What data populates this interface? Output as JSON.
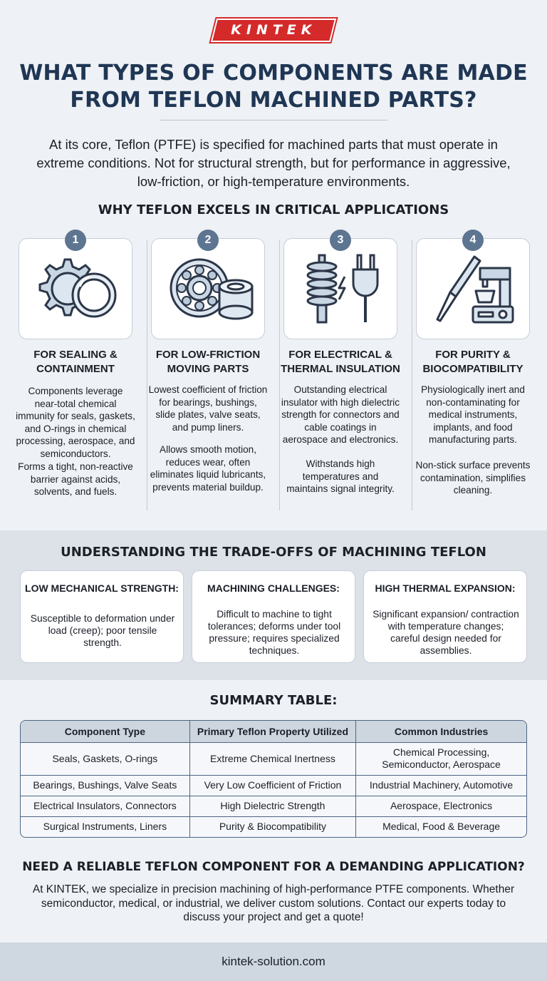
{
  "brand": {
    "logo_text": "KINTEK",
    "red": "#d42a2a",
    "navy": "#1f3654"
  },
  "header": {
    "title_line1": "WHAT TYPES OF COMPONENTS ARE MADE",
    "title_line2": "FROM TEFLON MACHINED PARTS?",
    "intro": "At its core, Teflon (PTFE) is specified for machined parts that must operate in extreme conditions. Not for structural strength, but for performance in aggressive, low-friction, or high-temperature environments."
  },
  "why": {
    "title": "WHY TEFLON EXCELS IN CRITICAL APPLICATIONS",
    "columns": [
      {
        "number": "1",
        "icon": "gear-and-o-ring-icon",
        "heading_l1": "FOR SEALING &",
        "heading_l2": "CONTAINMENT",
        "text1": "Components leverage near-total chemical immunity for seals, gaskets, and O-rings in chemical processing, aerospace, and semiconductors.",
        "text2": "Forms a tight, non-reactive barrier against acids, solvents, and fuels."
      },
      {
        "number": "2",
        "icon": "ball-bearing-and-bushing-icon",
        "heading_l1": "FOR LOW-FRICTION",
        "heading_l2": "MOVING PARTS",
        "text1": "Lowest coefficient of friction for bearings, bushings, slide plates, valve seats, and pump liners.",
        "text2": "Allows smooth motion, reduces wear, often eliminates liquid lubricants, prevents material buildup."
      },
      {
        "number": "3",
        "icon": "insulator-and-plug-icon",
        "heading_l1": "FOR ELECTRICAL &",
        "heading_l2": "THERMAL INSULATION",
        "text1": "Outstanding electrical insulator with high dielectric strength for connectors and cable coatings in aerospace and electronics.",
        "text2": "Withstands high temperatures and maintains signal integrity."
      },
      {
        "number": "4",
        "icon": "scalpel-and-mixer-icon",
        "heading_l1": "FOR PURITY &",
        "heading_l2": "BIOCOMPATIBILITY",
        "text1": "Physiologically inert and non-contaminating for medical instruments, implants, and food manufacturing parts.",
        "text2": "Non-stick surface prevents contamination, simplifies cleaning."
      }
    ]
  },
  "tradeoffs": {
    "title": "UNDERSTANDING THE TRADE-OFFS OF MACHINING TEFLON",
    "cards": [
      {
        "heading": "LOW MECHANICAL STRENGTH:",
        "text": "Susceptible to deformation under load (creep); poor tensile strength."
      },
      {
        "heading": "MACHINING CHALLENGES:",
        "text": "Difficult to machine to tight tolerances; deforms under tool pressure; requires specialized techniques."
      },
      {
        "heading": "HIGH THERMAL EXPANSION:",
        "text": "Significant expansion/ contraction with temperature changes; careful design needed for assemblies."
      }
    ]
  },
  "summary": {
    "title": "SUMMARY TABLE:",
    "headers": [
      "Component Type",
      "Primary Teflon Property Utilized",
      "Common Industries"
    ],
    "rows": [
      [
        "Seals, Gaskets, O-rings",
        "Extreme Chemical Inertness",
        "Chemical Processing, Semiconductor, Aerospace"
      ],
      [
        "Bearings, Bushings, Valve Seats",
        "Very Low Coefficient of Friction",
        "Industrial Machinery, Automotive"
      ],
      [
        "Electrical Insulators, Connectors",
        "High Dielectric Strength",
        "Aerospace, Electronics"
      ],
      [
        "Surgical Instruments, Liners",
        "Purity & Biocompatibility",
        "Medical, Food & Beverage"
      ]
    ]
  },
  "cta": {
    "title": "NEED A RELIABLE TEFLON COMPONENT FOR A DEMANDING APPLICATION?",
    "text": "At KINTEK, we specialize in precision machining of high-performance PTFE components. Whether semiconductor, medical, or industrial, we deliver custom solutions. Contact our experts today to discuss your project and get a quote!"
  },
  "footer": {
    "url": "kintek-solution.com"
  }
}
